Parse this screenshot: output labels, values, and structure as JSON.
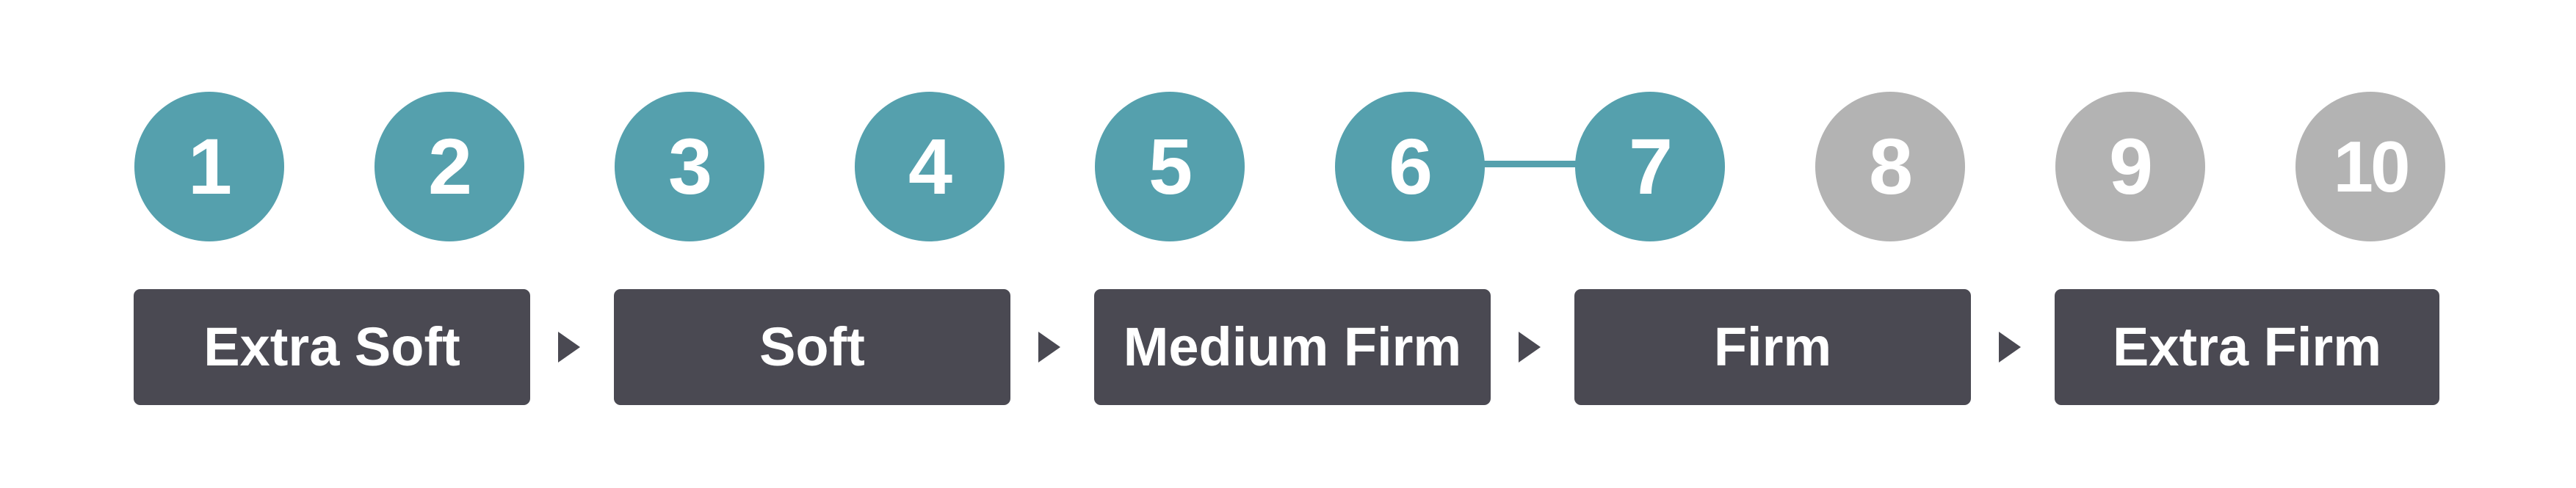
{
  "theme": {
    "background": "#ffffff",
    "active_color": "#55a0ad",
    "inactive_color": "#b3b3b3",
    "bar_color": "#4a4952",
    "label_text_color": "#ffffff",
    "number_text_color": "#ffffff"
  },
  "scale": {
    "name": "firmness-scale",
    "connector": {
      "from": 6,
      "to": 7,
      "color": "#55a0ad"
    },
    "nodes": [
      {
        "number": "1",
        "state": "active",
        "color": "#55a0ad"
      },
      {
        "number": "2",
        "state": "active",
        "color": "#55a0ad"
      },
      {
        "number": "3",
        "state": "active",
        "color": "#55a0ad"
      },
      {
        "number": "4",
        "state": "active",
        "color": "#55a0ad"
      },
      {
        "number": "5",
        "state": "active",
        "color": "#55a0ad"
      },
      {
        "number": "6",
        "state": "active",
        "color": "#55a0ad"
      },
      {
        "number": "7",
        "state": "active",
        "color": "#55a0ad"
      },
      {
        "number": "8",
        "state": "inactive",
        "color": "#b3b3b3"
      },
      {
        "number": "9",
        "state": "inactive",
        "color": "#b3b3b3"
      },
      {
        "number": "10",
        "state": "inactive",
        "color": "#b3b3b3"
      }
    ]
  },
  "firmness_levels": [
    {
      "label": "Extra Soft",
      "covers": [
        1,
        2
      ]
    },
    {
      "label": "Soft",
      "covers": [
        3,
        4
      ]
    },
    {
      "label": "Medium Firm",
      "covers": [
        5,
        6
      ]
    },
    {
      "label": "Firm",
      "covers": [
        7,
        8
      ]
    },
    {
      "label": "Extra Firm",
      "covers": [
        9,
        10
      ]
    }
  ],
  "separators": [
    {
      "icon": "triangle-right-icon"
    },
    {
      "icon": "triangle-right-icon"
    },
    {
      "icon": "triangle-right-icon"
    },
    {
      "icon": "triangle-right-icon"
    }
  ]
}
